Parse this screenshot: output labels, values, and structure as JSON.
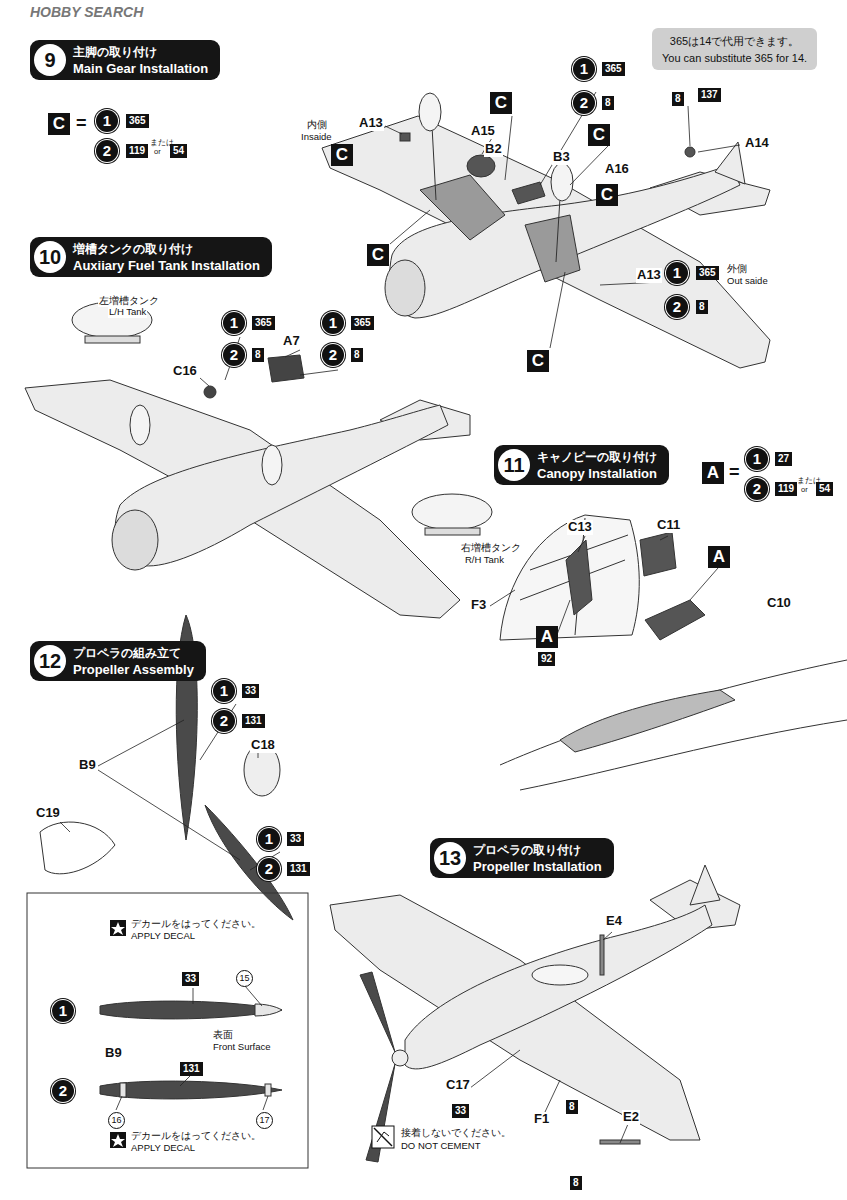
{
  "diagram": {
    "nodes": [
      {
        "text": [
          "9",
          "主脚の取り付け",
          "Main Gear Installation"
        ]
      },
      {
        "text": [
          "365は14で代用できます。",
          "You can substitute 365 for 14."
        ]
      },
      {
        "text": [
          "10",
          "増槽タンクの取り付け",
          "Auxiiary Fuel Tank Installation"
        ]
      },
      {
        "text": [
          "11",
          "キャノピーの取り付け",
          "Canopy Installation"
        ]
      },
      {
        "text": [
          "12",
          "プロペラの組み立て",
          "Propeller Assembly"
        ]
      },
      {
        "text": [
          "13",
          "プロペラの取り付け",
          "Propeller Installation"
        ]
      }
    ],
    "labels": [
      "HOBBY SEARCH",
      "C",
      "=",
      "1",
      "365",
      "2",
      "119",
      "または",
      "or",
      "54",
      "A13",
      "内側",
      "Insaide",
      "C",
      "A15",
      "B2",
      "C",
      "1",
      "365",
      "2",
      "8",
      "C",
      "B3",
      "A16",
      "C",
      "8",
      "137",
      "A14",
      "C",
      "A13",
      "1",
      "365",
      "外側",
      "Out saide",
      "2",
      "8",
      "C",
      "左増槽タンク",
      "L/H Tank",
      "1",
      "365",
      "2",
      "8",
      "1",
      "365",
      "2",
      "8",
      "A7",
      "C16",
      "右増槽タンク",
      "R/H Tank",
      "A",
      "=",
      "1",
      "27",
      "2",
      "119",
      "または",
      "or",
      "54",
      "C13",
      "C11",
      "A",
      "C10",
      "F3",
      "A",
      "92",
      "1",
      "33",
      "2",
      "131",
      "C18",
      "B9",
      "C19",
      "1",
      "33",
      "2",
      "131",
      "デカールをはってください。",
      "APPLY DECAL",
      "1",
      "33",
      "15",
      "B9",
      "表面",
      "Front Surface",
      "2",
      "131",
      "16",
      "17",
      "デカールをはってください。",
      "APPLY DECAL",
      "E4",
      "C17",
      "33",
      "F1",
      "8",
      "E2",
      "8",
      "接着しないでください。",
      "DO NOT CEMENT"
    ]
  }
}
